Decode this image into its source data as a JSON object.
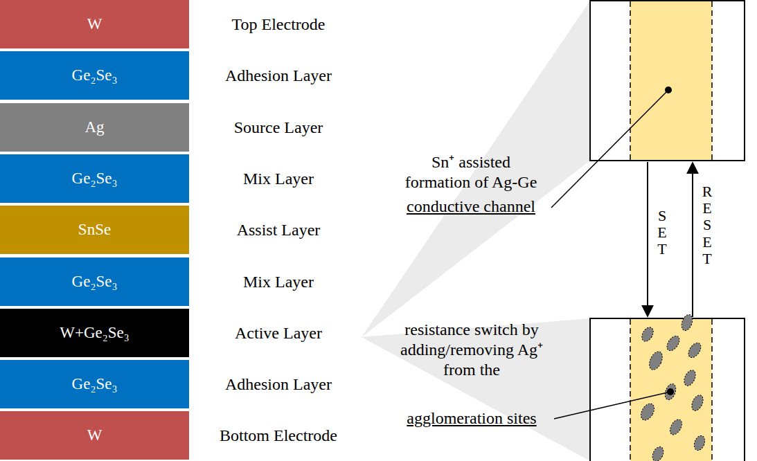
{
  "diagram": {
    "nodes": [
      {
        "text": [
          "W",
          "Top Electrode"
        ]
      },
      {
        "text": [
          "Ge₂Se₃",
          "Adhesion Layer"
        ]
      },
      {
        "text": [
          "Ag",
          "Source Layer"
        ]
      },
      {
        "text": [
          "Ge₂Se₃",
          "Mix Layer"
        ]
      },
      {
        "text": [
          "SnSe",
          "Assist Layer"
        ]
      },
      {
        "text": [
          "Ge₂Se₃",
          "Mix Layer"
        ]
      },
      {
        "text": [
          "W+Ge₂Se₃",
          "Active Layer"
        ]
      },
      {
        "text": [
          "Ge₂Se₃",
          "Adhesion Layer"
        ]
      },
      {
        "text": [
          "W",
          "Bottom Electrode"
        ]
      }
    ],
    "labels": [
      "Sn⁺ assisted formation of Ag-Ge",
      "conductive channel",
      "resistance switch by adding/removing Ag⁺ from the",
      "agglomeration sites",
      "SET",
      "RESET"
    ]
  }
}
